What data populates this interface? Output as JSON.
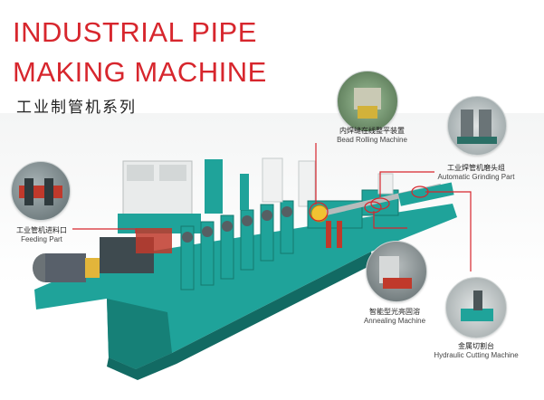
{
  "header": {
    "title_line1": "INDUSTRIAL PIPE",
    "title_line2": "MAKING MACHINE",
    "subtitle": "工业制管机系列"
  },
  "callouts": {
    "feeding": {
      "cn": "工业管机进料口",
      "en": "Feeding Part"
    },
    "bead_rolling": {
      "cn": "内焊缝在线整平装置",
      "en": "Bead Rolling Machine"
    },
    "grinding": {
      "cn": "工业焊管机磨头组",
      "en": "Automatic Grinding Part"
    },
    "annealing": {
      "cn": "智能型光亮固溶",
      "en": "Annealing Machine"
    },
    "cutting": {
      "cn": "金属切割台",
      "en": "Hydraulic Cutting Machine"
    }
  },
  "colors": {
    "title_red": "#d7262d",
    "machine_teal": "#1fa39a",
    "callout_line": "#d7262d"
  }
}
